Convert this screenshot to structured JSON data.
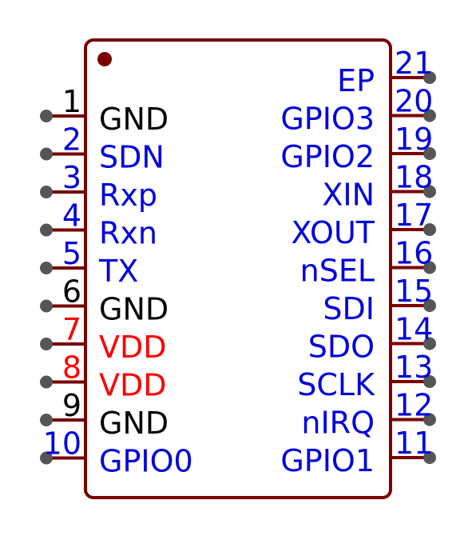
{
  "component": {
    "body_color": "#7a0000",
    "left_pins": [
      {
        "number": "1",
        "name": "GND",
        "color": "#000000"
      },
      {
        "number": "2",
        "name": "SDN",
        "color": "#0000dd"
      },
      {
        "number": "3",
        "name": "Rxp",
        "color": "#0000dd"
      },
      {
        "number": "4",
        "name": "Rxn",
        "color": "#0000dd"
      },
      {
        "number": "5",
        "name": "TX",
        "color": "#0000dd"
      },
      {
        "number": "6",
        "name": "GND",
        "color": "#000000"
      },
      {
        "number": "7",
        "name": "VDD",
        "color": "#ff0000"
      },
      {
        "number": "8",
        "name": "VDD",
        "color": "#ff0000"
      },
      {
        "number": "9",
        "name": "GND",
        "color": "#000000"
      },
      {
        "number": "10",
        "name": "GPIO0",
        "color": "#0000dd"
      }
    ],
    "right_pins": [
      {
        "number": "21",
        "name": "EP",
        "color": "#0000dd"
      },
      {
        "number": "20",
        "name": "GPIO3",
        "color": "#0000dd"
      },
      {
        "number": "19",
        "name": "GPIO2",
        "color": "#0000dd"
      },
      {
        "number": "18",
        "name": "XIN",
        "color": "#0000dd"
      },
      {
        "number": "17",
        "name": "XOUT",
        "color": "#0000dd"
      },
      {
        "number": "16",
        "name": "nSEL",
        "color": "#0000dd"
      },
      {
        "number": "15",
        "name": "SDI",
        "color": "#0000dd"
      },
      {
        "number": "14",
        "name": "SDO",
        "color": "#0000dd"
      },
      {
        "number": "13",
        "name": "SCLK",
        "color": "#0000dd"
      },
      {
        "number": "12",
        "name": "nIRQ",
        "color": "#0000dd"
      },
      {
        "number": "11",
        "name": "GPIO1",
        "color": "#0000dd"
      }
    ]
  }
}
